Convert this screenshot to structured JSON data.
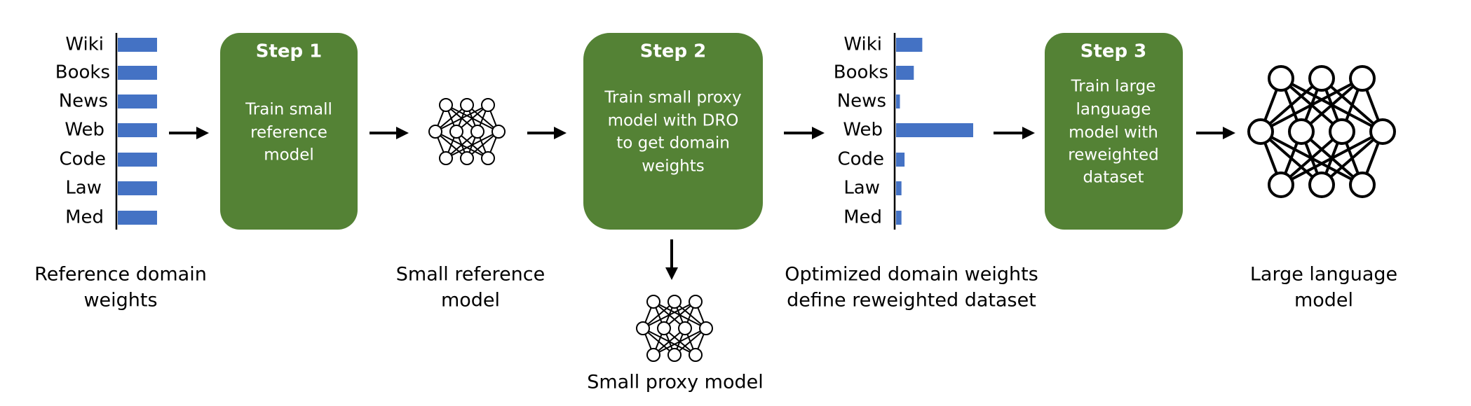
{
  "reference_weights": {
    "categories": [
      "Wiki",
      "Books",
      "News",
      "Web",
      "Code",
      "Law",
      "Med"
    ],
    "values": [
      1,
      1,
      1,
      1,
      1,
      1,
      1
    ],
    "caption": [
      "Reference domain",
      "weights"
    ],
    "bar_color": "#4472c4"
  },
  "step1": {
    "title": "Step 1",
    "body": [
      "Train small",
      "reference",
      "model"
    ]
  },
  "small_reference_model": {
    "icon": "neural-network-icon",
    "caption": [
      "Small reference",
      "model"
    ]
  },
  "step2": {
    "title": "Step 2",
    "body": [
      "Train small proxy",
      "model with DRO",
      "to get domain",
      "weights"
    ]
  },
  "small_proxy_model": {
    "icon": "neural-network-icon",
    "caption": [
      "Small proxy model"
    ]
  },
  "optimized_weights": {
    "categories": [
      "Wiki",
      "Books",
      "News",
      "Web",
      "Code",
      "Law",
      "Med"
    ],
    "values": [
      0.34,
      0.23,
      0.05,
      1.0,
      0.11,
      0.07,
      0.07
    ],
    "caption": [
      "Optimized domain weights",
      "define reweighted dataset"
    ],
    "bar_color": "#4472c4"
  },
  "step3": {
    "title": "Step 3",
    "body": [
      "Train large",
      "language",
      "model with",
      "reweighted",
      "dataset"
    ]
  },
  "large_language_model": {
    "icon": "neural-network-icon",
    "caption": [
      "Large language",
      "model"
    ]
  },
  "colors": {
    "step_box": "#548235",
    "step_text": "#ffffff"
  }
}
